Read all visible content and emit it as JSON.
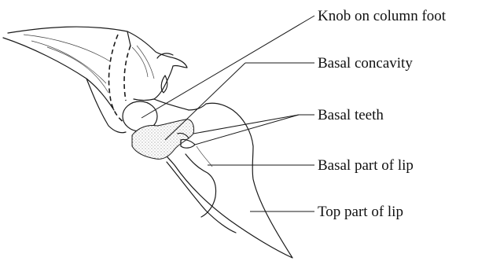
{
  "labels": {
    "knob": "Knob on column foot",
    "basal_concavity": "Basal concavity",
    "basal_teeth": "Basal teeth",
    "basal_lip": "Basal part of lip",
    "top_lip": "Top part of lip"
  }
}
